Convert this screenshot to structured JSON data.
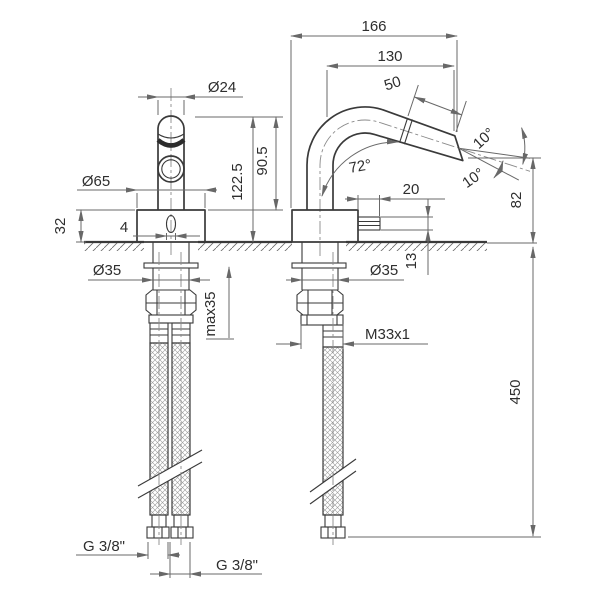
{
  "colors": {
    "part_line": "#3a3a3a",
    "dimension_line": "#686868",
    "text": "#2e2e2e",
    "background": "#ffffff"
  },
  "labels": {
    "overall_width": "166",
    "spout_reach": "130",
    "aerator_length": "50",
    "aerator_swivel_up": "10°",
    "aerator_swivel_down": "10°",
    "spout_angle": "72°",
    "lever_reach": "20",
    "lever_diameter": "13",
    "outlet_height": "82",
    "hose_length": "450",
    "hose_thread": "M33x1",
    "shank_diameter_side": "Ø35",
    "spout_diameter": "Ø24",
    "base_diameter": "Ø65",
    "overall_height": "122.5",
    "spout_height": "90.5",
    "body_height": "32",
    "slot_width": "4",
    "shank_diameter_front": "Ø35",
    "max_mounting_thickness": "max35",
    "hose_fitting_left": "G 3/8\"",
    "hose_fitting_right": "G 3/8\""
  }
}
